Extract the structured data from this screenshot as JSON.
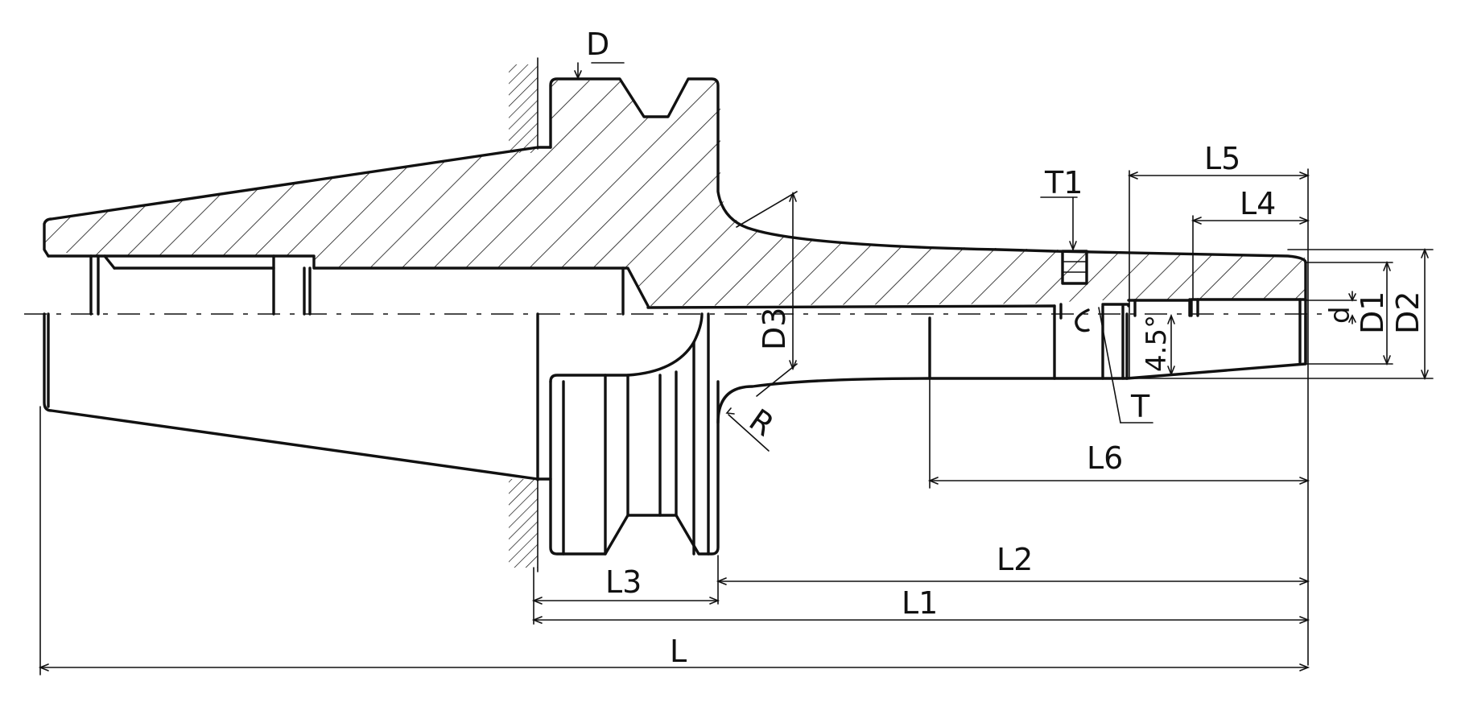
{
  "labels": {
    "D": "D",
    "T1": "T1",
    "L5": "L5",
    "L4": "L4",
    "D3": "D3",
    "d": "d",
    "D1": "D1",
    "D2": "D2",
    "angle": "4.5°",
    "T": "T",
    "R": "R",
    "L6": "L6",
    "L2": "L2",
    "L3": "L3",
    "L1": "L1",
    "L": "L"
  },
  "colors": {
    "line": "#111111",
    "background": "#ffffff"
  }
}
